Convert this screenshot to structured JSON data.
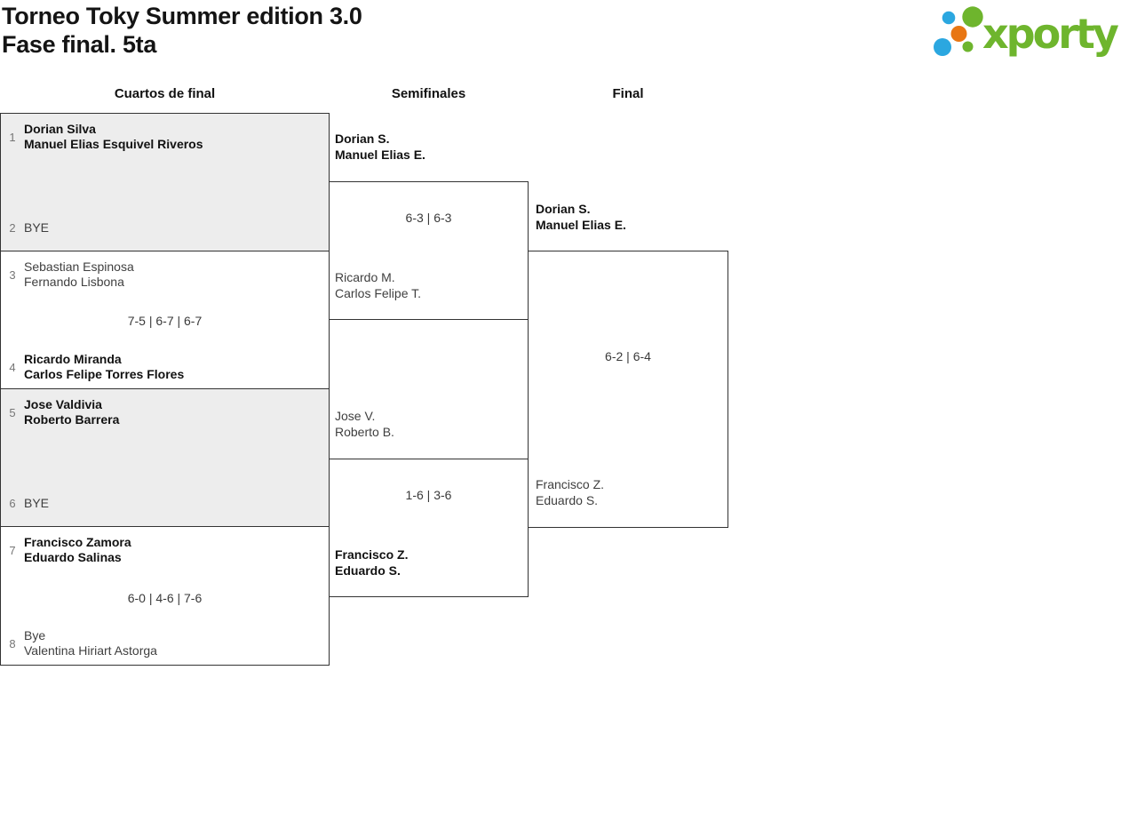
{
  "header": {
    "title_line1": "Torneo Toky Summer edition 3.0",
    "title_line2": "Fase final. 5ta"
  },
  "logo": {
    "text": "xporty",
    "colors": {
      "green": "#6eb52d",
      "blue": "#2ba7e0",
      "orange": "#e87613"
    }
  },
  "columns": {
    "quarterfinals": "Cuartos de final",
    "semifinals": "Semifinales",
    "final": "Final"
  },
  "bracket": {
    "quarterfinals": [
      {
        "seed_top": "1",
        "top_line1": "Dorian Silva",
        "top_line2": "Manuel Elias Esquivel Riveros",
        "score": "",
        "seed_bottom": "2",
        "bottom_line1": "BYE",
        "bottom_line2": ""
      },
      {
        "seed_top": "3",
        "top_line1": "Sebastian Espinosa",
        "top_line2": "Fernando Lisbona",
        "score": "7-5 | 6-7 | 6-7",
        "seed_bottom": "4",
        "bottom_line1": "Ricardo Miranda",
        "bottom_line2": "Carlos Felipe Torres Flores"
      },
      {
        "seed_top": "5",
        "top_line1": "Jose Valdivia",
        "top_line2": "Roberto Barrera",
        "score": "",
        "seed_bottom": "6",
        "bottom_line1": "BYE",
        "bottom_line2": ""
      },
      {
        "seed_top": "7",
        "top_line1": "Francisco Zamora",
        "top_line2": "Eduardo Salinas",
        "score": "6-0 | 4-6 | 7-6",
        "seed_bottom": "8",
        "bottom_line1": "Bye",
        "bottom_line2": "Valentina Hiriart Astorga"
      }
    ],
    "semifinals": [
      {
        "top_line1": "Dorian S.",
        "top_line2": "Manuel Elias E.",
        "score": "6-3 | 6-3",
        "bottom_line1": "Ricardo M.",
        "bottom_line2": "Carlos Felipe T."
      },
      {
        "top_line1": "Jose V.",
        "top_line2": "Roberto B.",
        "score": "1-6 | 3-6",
        "bottom_line1": "Francisco Z.",
        "bottom_line2": "Eduardo S."
      }
    ],
    "final": {
      "top_line1": "Dorian S.",
      "top_line2": "Manuel Elias E.",
      "score": "6-2 | 6-4",
      "bottom_line1": "Francisco Z.",
      "bottom_line2": "Eduardo S."
    }
  },
  "styles": {
    "bye_box_background": "#ededed",
    "border_color": "#333333"
  }
}
